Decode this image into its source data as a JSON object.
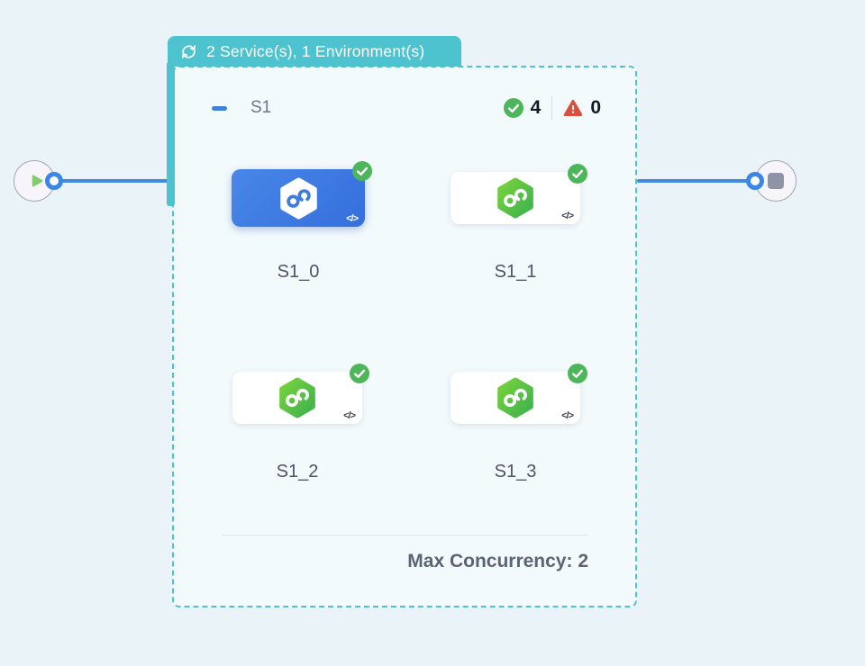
{
  "header_tab": {
    "label": "2 Service(s), 1 Environment(s)",
    "icon": "sync-icon"
  },
  "group": {
    "name": "S1",
    "success_count": "4",
    "failure_count": "0",
    "footer": "Max Concurrency: 2",
    "services": [
      {
        "name": "S1_0",
        "state": "selected",
        "status": "success",
        "code_badge": "</>"
      },
      {
        "name": "S1_1",
        "state": "default",
        "status": "success",
        "code_badge": "</>"
      },
      {
        "name": "S1_2",
        "state": "default",
        "status": "success",
        "code_badge": "</>"
      },
      {
        "name": "S1_3",
        "state": "default",
        "status": "success",
        "code_badge": "</>"
      }
    ]
  },
  "nodes": {
    "start": {
      "icon": "play-icon"
    },
    "end": {
      "icon": "stop-icon"
    }
  },
  "icons": {
    "tab": "sync-icon",
    "group_collapse": "minus-dash-icon",
    "status_ok": "check-circle-icon",
    "status_error": "warning-triangle-icon",
    "service": "hexagon-infinity-icon",
    "code": "code-icon"
  },
  "colors": {
    "canvas_bg": "#e9f3f8",
    "group_bg": "#f3fafc",
    "teal": "#4dc3cf",
    "edge_blue": "#4289e0",
    "selected_card_blue": "#3b7ce2",
    "service_green": "#55c245",
    "success_green": "#4db65b",
    "error_red": "#d9503e"
  }
}
